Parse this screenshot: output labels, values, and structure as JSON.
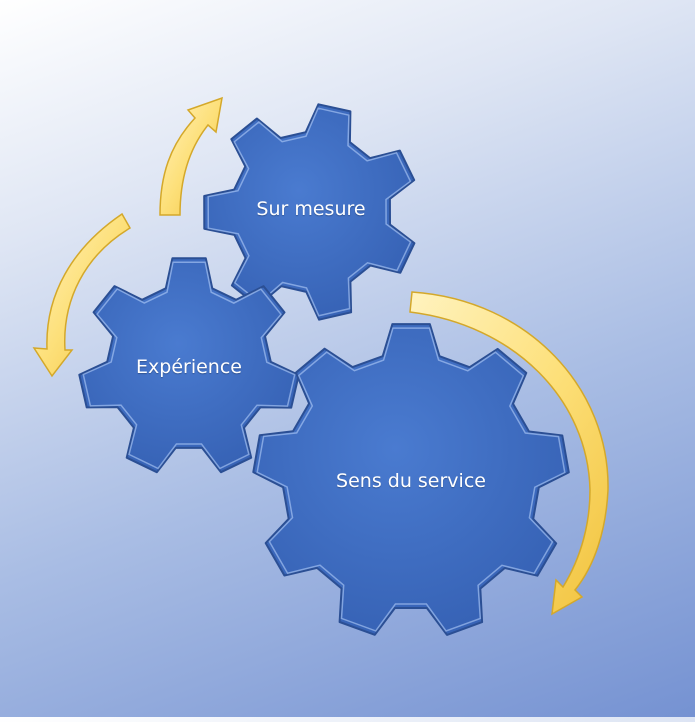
{
  "diagram": {
    "gears": [
      {
        "key": "sur-mesure",
        "label": "Sur mesure"
      },
      {
        "key": "experience",
        "label": "Expérience"
      },
      {
        "key": "sens-du-service",
        "label": "Sens du service"
      }
    ],
    "colors": {
      "gear_fill": "#3f6fc4",
      "gear_stroke": "#2b4f94",
      "arrow_fill": "#fde07a",
      "arrow_stroke": "#d4a82a",
      "background_light": "#ffffff",
      "background_dark": "#7592d2"
    }
  }
}
